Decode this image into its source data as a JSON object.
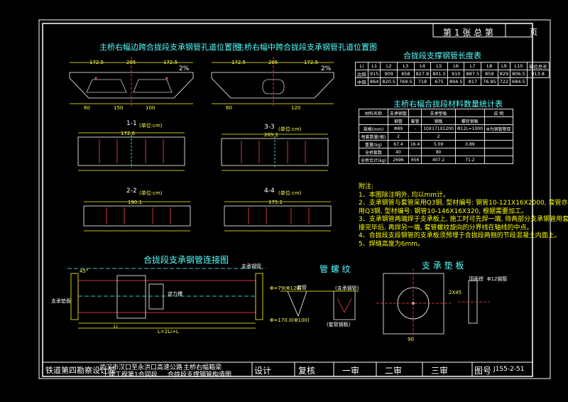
{
  "header": {
    "sheet_no": "第 1 张 总 第",
    "page_label": "页"
  },
  "titles": {
    "side_span": "主桥右幅边跨合拢段支承钢管孔道位置图",
    "mid_span": "主桥右幅中跨合拢段支承钢管孔道位置图",
    "length_table": "合拢段支撑钢管长度表",
    "material_table": "主桥右幅合拢段材料数量统计表",
    "connection": "合拢段支承钢管连接图",
    "thread": "管 螺 纹",
    "pad": "支 承 垫 板"
  },
  "sections": {
    "s11": "1-1",
    "s22": "2-2",
    "s33": "3-3",
    "s44": "4-4",
    "unit": "(单位:cm)"
  },
  "dims": {
    "top_a": "172.5",
    "top_b": "205",
    "top_c": "172.5",
    "d60": "60",
    "d100": "100",
    "d150": "150",
    "d120": "120",
    "d1726": "172.6",
    "d2051": "205.1",
    "d1900": "190.1",
    "d1751": "175.1",
    "pct": "2%"
  },
  "length_table": {
    "header": [
      "Li",
      "L1",
      "L2",
      "L3",
      "L4",
      "L5",
      "L6",
      "L7",
      "L8",
      "L9",
      "L10",
      "单位总长"
    ],
    "rows": [
      [
        "边跨",
        "915",
        "909",
        "858",
        "827.8",
        "801.5",
        "910",
        "887.5",
        "859",
        "829",
        "806.5",
        "913.8"
      ],
      [
        "中跨",
        "864",
        "820.5",
        "769.5",
        "718",
        "675",
        "894.5",
        "817",
        "76.95",
        "722",
        "684.5"
      ]
    ]
  },
  "material_table": {
    "r1": [
      "材料名称",
      "支承钢管",
      "",
      "支承垫板",
      "",
      "说 明"
    ],
    "r2": [
      "",
      "钢管",
      "套管",
      "钢板",
      "螺栓钢板",
      ""
    ],
    "r3": [
      "规格(mm)",
      "Φ89",
      "-",
      "10X171X1200",
      "Φ12L=1000",
      "Φ为钢管壁厚"
    ],
    "r4": [
      "每套数量(根)",
      "2",
      "",
      "2",
      "",
      ""
    ],
    "r5": [
      "重量(kg)",
      "67.4",
      "16.4",
      "5.09",
      "0.89",
      ""
    ],
    "r6": [
      "全桥套数",
      "40",
      "",
      "80",
      "",
      ""
    ],
    "r7": [
      "全桥合计(kg)",
      "2696",
      "656",
      "407.2",
      "71.2",
      ""
    ]
  },
  "notes": [
    "附注:",
    "1、本图除注明外, 均以mm计。",
    "2、支承钢管与套管采用Q3钢, 型材编号: 钢管10-121X16X2000, 套管亦采",
    "   用Q3钢, 型材编号: 钢管10-146X16X320, 根据需要加工。",
    "3、支承钢管两端焊于支承板上, 施工时可先焊一端, 待两部分支承钢管用套管连",
    "   接完毕后, 再焊另一端, 套管螺纹旋向的分界线在轴线的中点。",
    "4、合拢段支段钢管的支承板须预埋于合拢段两侧的节段混凝土内面上。",
    "5、焊缝高度为6mm。"
  ],
  "connection": {
    "left_label": "支承垫板",
    "right_label": "支承钢管",
    "mid_label": "逆力槽",
    "ang": "45°",
    "li": "Li",
    "l_total": "L=2Li+L"
  },
  "thread": {
    "a": "Φ=79(Φ120)",
    "b": "套管",
    "c": "(支承钢管)",
    "d": "Φ=170.0(Φ100)",
    "e": "(套管钢板)"
  },
  "pad": {
    "lbl1": "顶面焊",
    "lbl2": "Φ12钢筋",
    "d1": "2X45",
    "d2": "90"
  },
  "title_block": {
    "org": "铁道第四勘察设计院",
    "proj1": "武汉市汉口至永洪口高速公路",
    "proj2": "土建工程第1合同段",
    "draw1": "主桥右幅箱梁",
    "draw2": "合拢段支撑钢管构造图",
    "design": "设计",
    "review": "复核",
    "a1": "一审",
    "a2": "二审",
    "a3": "三审",
    "dwg_label": "图号",
    "dwg_no": "J1S5-2-51"
  }
}
